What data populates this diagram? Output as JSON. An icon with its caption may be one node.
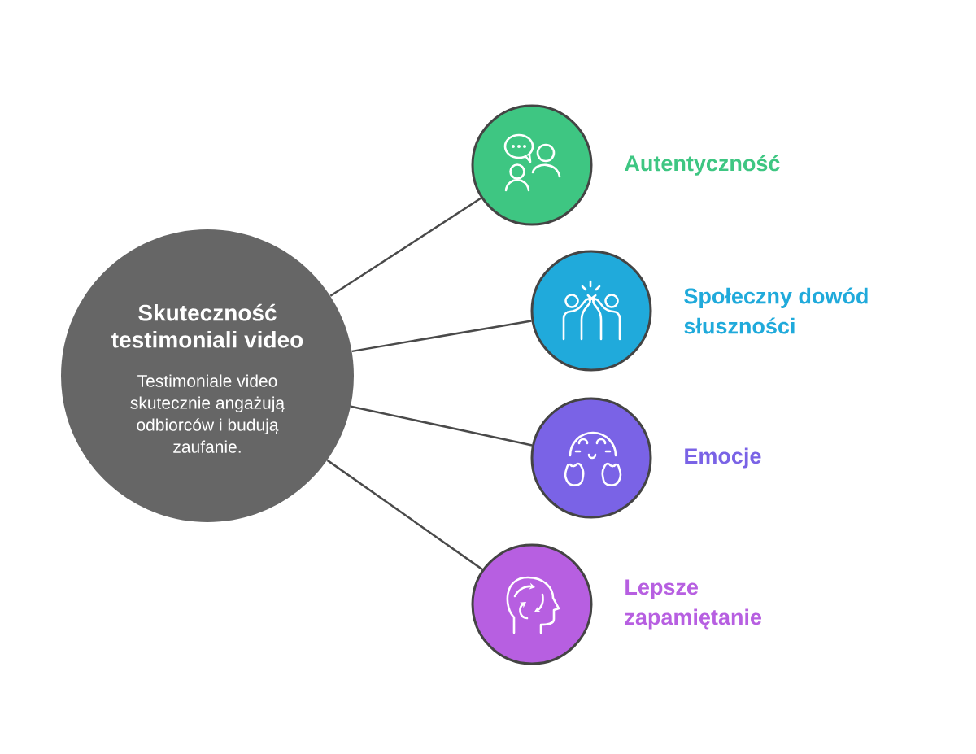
{
  "diagram": {
    "nodes": [
      {
        "text": [
          "Skuteczność testimoniali video",
          "Testimoniale video skutecznie angażują odbiorców i budują zaufanie."
        ]
      },
      {
        "text": [
          "Autentyczność"
        ]
      },
      {
        "text": [
          "Społeczny dowód słuszności"
        ]
      },
      {
        "text": [
          "Emocje"
        ]
      },
      {
        "text": [
          "Lepsze zapamiętanie"
        ]
      }
    ],
    "edges": [
      {
        "from": 0,
        "to": 1,
        "arrow": "none"
      },
      {
        "from": 0,
        "to": 2,
        "arrow": "none"
      },
      {
        "from": 0,
        "to": 3,
        "arrow": "none"
      },
      {
        "from": 0,
        "to": 4,
        "arrow": "none"
      }
    ]
  }
}
